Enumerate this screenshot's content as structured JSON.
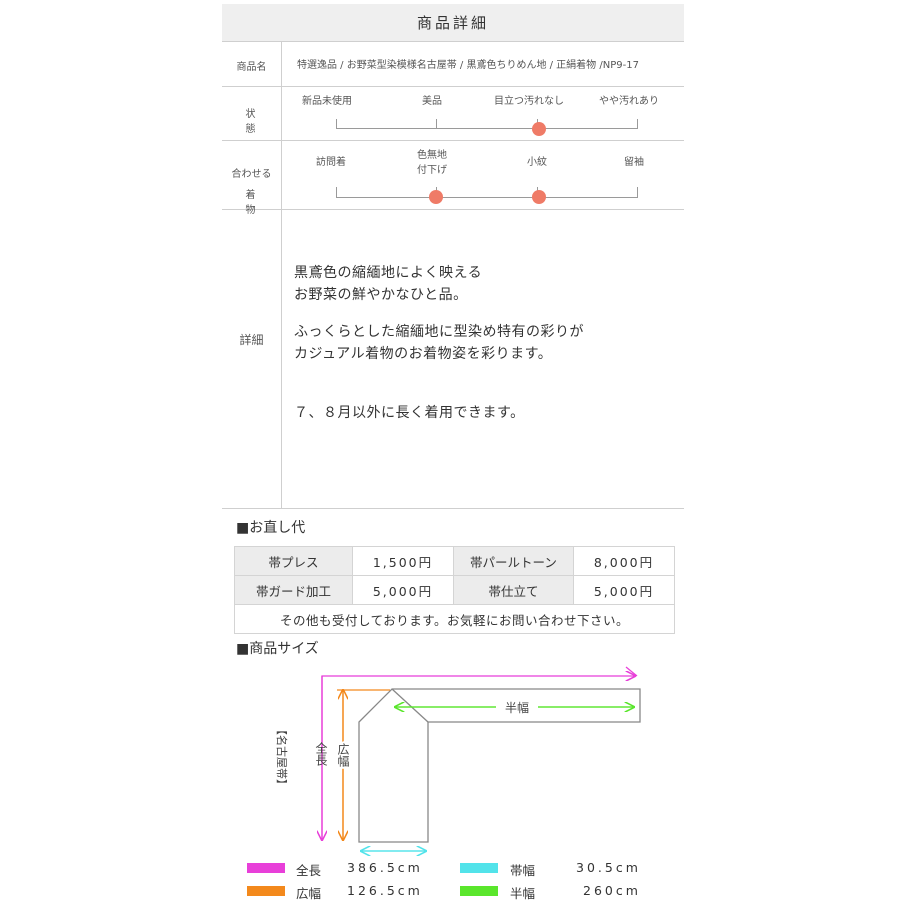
{
  "header": {
    "title": "商品詳細"
  },
  "product": {
    "name_label": "商品名",
    "name_value": "特選逸品 / お野菜型染模様名古屋帯 / 黒鳶色ちりめん地 / 正絹着物 /NP9-17"
  },
  "condition": {
    "label": "状　態",
    "options": [
      "新品未使用",
      "美品",
      "目立つ汚れなし",
      "やや汚れあり"
    ],
    "selected": [
      "目立つ汚れなし"
    ]
  },
  "match": {
    "label_line1": "合わせる",
    "label_line2": "着　物",
    "options": [
      "訪問着",
      "色無地\n付下げ",
      "小紋",
      "留袖"
    ],
    "selected": [
      "色無地\n付下げ",
      "小紋"
    ]
  },
  "details": {
    "label": "詳細",
    "lines": [
      "黒鳶色の縮緬地によく映える",
      "お野菜の鮮やかなひと品。",
      "ふっくらとした縮緬地に型染め特有の彩りが",
      "カジュアル着物のお着物姿を彩ります。",
      "７、８月以外に長く着用できます。"
    ]
  },
  "alteration": {
    "title": "■お直し代",
    "rows": [
      [
        {
          "label": "帯プレス",
          "price": "1,500円"
        },
        {
          "label": "帯パールトーン",
          "price": "8,000円"
        }
      ],
      [
        {
          "label": "帯ガード加工",
          "price": "5,000円"
        },
        {
          "label": "帯仕立て",
          "price": "5,000円"
        }
      ]
    ],
    "note": "その他も受付しております。お気軽にお問い合わせ下さい。"
  },
  "size": {
    "title": "■商品サイズ",
    "type_label": "【名古屋帯】",
    "diagram_labels": {
      "total": "全長",
      "wide": "広幅",
      "half": "半幅"
    },
    "legend": [
      {
        "label": "全長",
        "value": "386.5cm",
        "color": "#e83fd9"
      },
      {
        "label": "帯幅",
        "value": "30.5cm",
        "color": "#52e3ea"
      },
      {
        "label": "広幅",
        "value": "126.5cm",
        "color": "#f3891c"
      },
      {
        "label": "半幅",
        "value": "260cm",
        "color": "#5ae62c"
      }
    ]
  }
}
